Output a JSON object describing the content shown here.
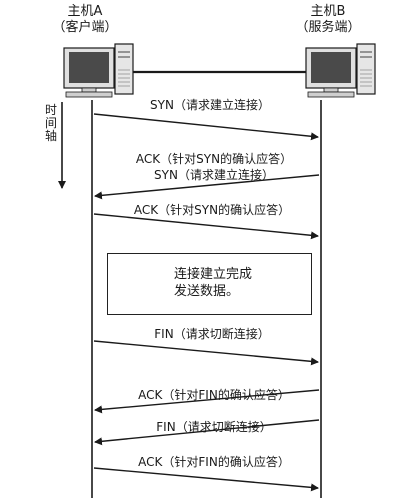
{
  "hosts": {
    "a": {
      "name": "主机A",
      "role": "（客户端）"
    },
    "b": {
      "name": "主机B",
      "role": "（服务端）"
    }
  },
  "time_axis": {
    "chars": [
      "时",
      "间",
      "轴"
    ]
  },
  "messages": [
    {
      "text": "SYN（请求建立连接）",
      "direction": "A-to-B"
    },
    {
      "text": "ACK（针对SYN的确认应答）",
      "direction": "B-to-A"
    },
    {
      "text": "SYN（请求建立连接）",
      "direction": "B-to-A"
    },
    {
      "text": "ACK（针对SYN的确认应答）",
      "direction": "A-to-B"
    },
    {
      "text": "FIN（请求切断连接）",
      "direction": "A-to-B"
    },
    {
      "text": "ACK（针对FIN的确认应答）",
      "direction": "B-to-A"
    },
    {
      "text": "FIN（请求切断连接）",
      "direction": "B-to-A"
    },
    {
      "text": "ACK（针对FIN的确认应答）",
      "direction": "A-to-B"
    }
  ],
  "status_box": {
    "line1": "连接建立完成",
    "line2": "发送数据。"
  },
  "colors": {
    "line": "#1a1a1a",
    "monitor_screen": "#5a5a5a",
    "computer_body": "#d8d8d8"
  }
}
